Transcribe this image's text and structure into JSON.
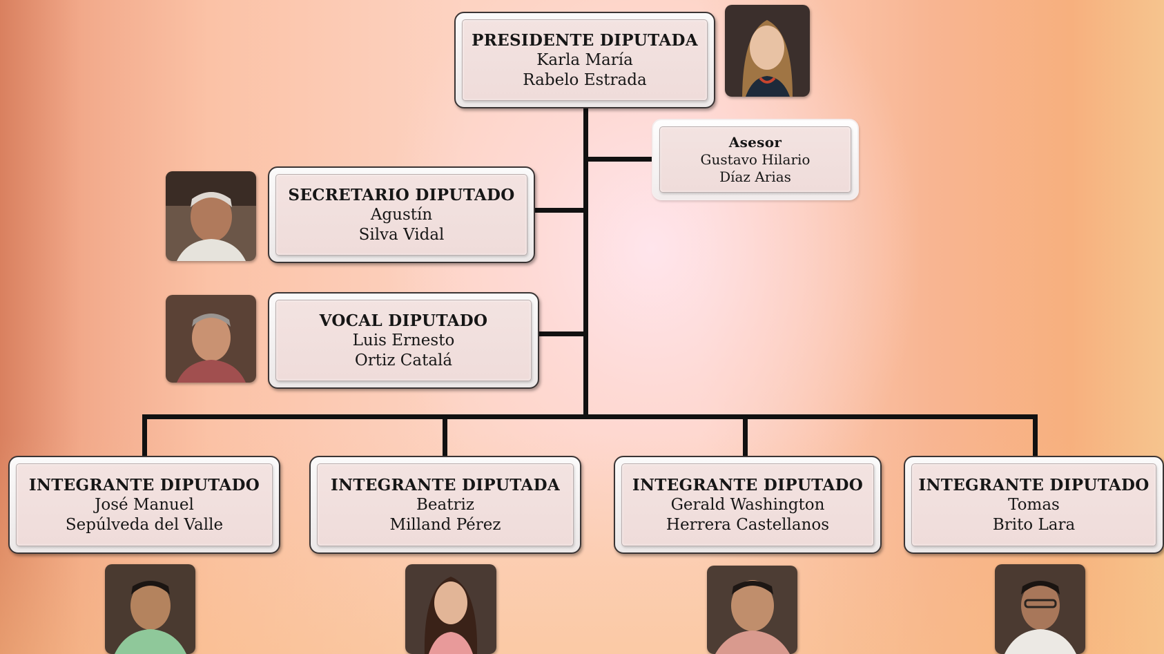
{
  "president": {
    "title": "PRESIDENTE DIPUTADA",
    "first": "Karla María",
    "last": "Rabelo Estrada"
  },
  "advisor": {
    "title": "Asesor",
    "first": "Gustavo Hilario",
    "last": "Díaz Arias"
  },
  "secretary": {
    "title": "SECRETARIO DIPUTADO",
    "first": "Agustín",
    "last": "Silva Vidal"
  },
  "vocal": {
    "title": "VOCAL DIPUTADO",
    "first": "Luis Ernesto",
    "last": "Ortiz Catalá"
  },
  "members": [
    {
      "title": "INTEGRANTE DIPUTADO",
      "first": "José Manuel",
      "last": "Sepúlveda del Valle"
    },
    {
      "title": "INTEGRANTE DIPUTADA",
      "first": "Beatriz",
      "last": "Milland Pérez"
    },
    {
      "title": "INTEGRANTE DIPUTADO",
      "first": "Gerald Washington",
      "last": "Herrera Castellanos"
    },
    {
      "title": "INTEGRANTE DIPUTADO",
      "first": "Tomas",
      "last": "Brito Lara"
    }
  ],
  "colors": {
    "line": "#111111",
    "box_fill": "#f1e1df",
    "box_border": "#3a3434"
  }
}
